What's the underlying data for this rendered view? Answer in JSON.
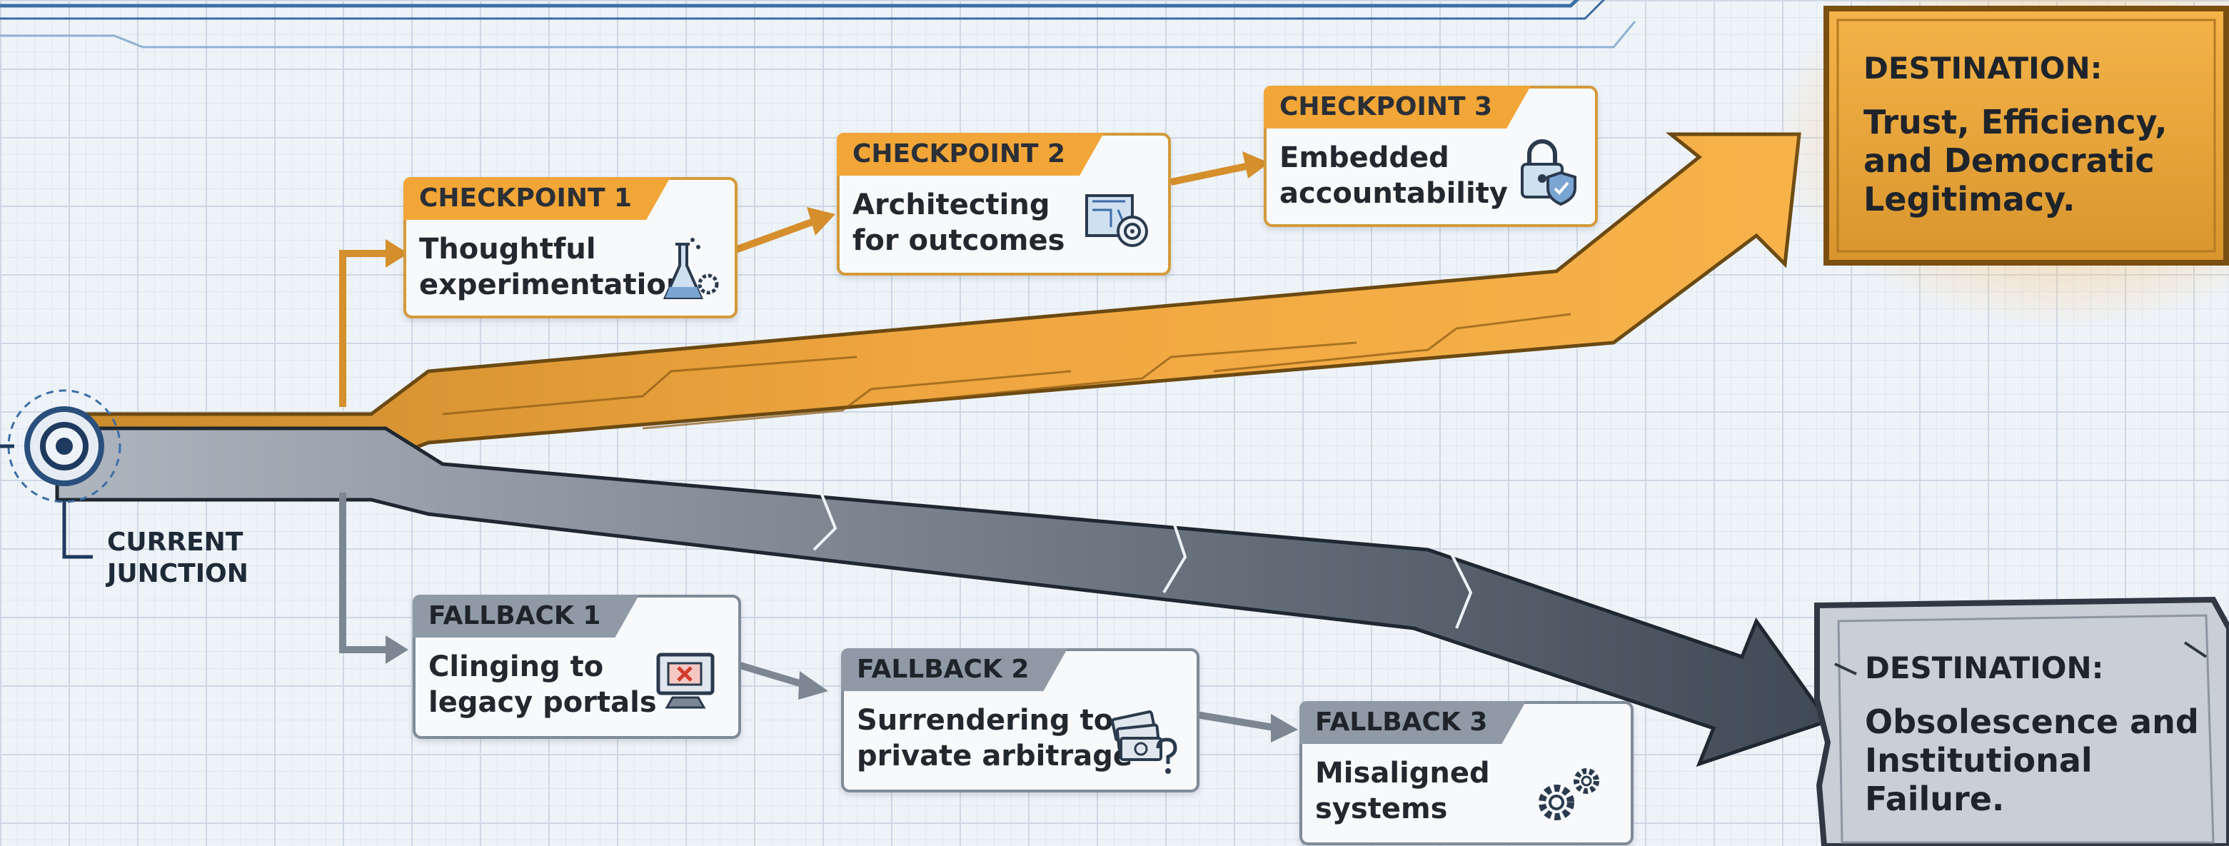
{
  "junction": {
    "label": "CURRENT\nJUNCTION"
  },
  "success_path": {
    "checkpoints": [
      {
        "tag": "CHECKPOINT 1",
        "label": "Thoughtful\nexperimentation",
        "icon": "flask-gear-icon"
      },
      {
        "tag": "CHECKPOINT 2",
        "label": "Architecting\nfor outcomes",
        "icon": "blueprint-target-icon"
      },
      {
        "tag": "CHECKPOINT 3",
        "label": "Embedded\naccountability",
        "icon": "padlock-shield-icon"
      }
    ],
    "destination": {
      "title": "DESTINATION:",
      "body": "Trust, Efficiency,\nand Democratic\nLegitimacy."
    }
  },
  "failure_path": {
    "fallbacks": [
      {
        "tag": "FALLBACK 1",
        "label": "Clinging to\nlegacy portals",
        "icon": "broken-computer-icon"
      },
      {
        "tag": "FALLBACK 2",
        "label": "Surrendering to\nprivate arbitrage",
        "icon": "money-question-icon"
      },
      {
        "tag": "FALLBACK 3",
        "label": "Misaligned\nsystems",
        "icon": "gears-icon"
      }
    ],
    "destination": {
      "title": "DESTINATION:",
      "body": "Obsolescence and\nInstitutional Failure."
    }
  },
  "colors": {
    "success": "#f2a638",
    "failure": "#6f7c89",
    "grid": "#cdd8e4",
    "frame": "#3d6da6"
  }
}
